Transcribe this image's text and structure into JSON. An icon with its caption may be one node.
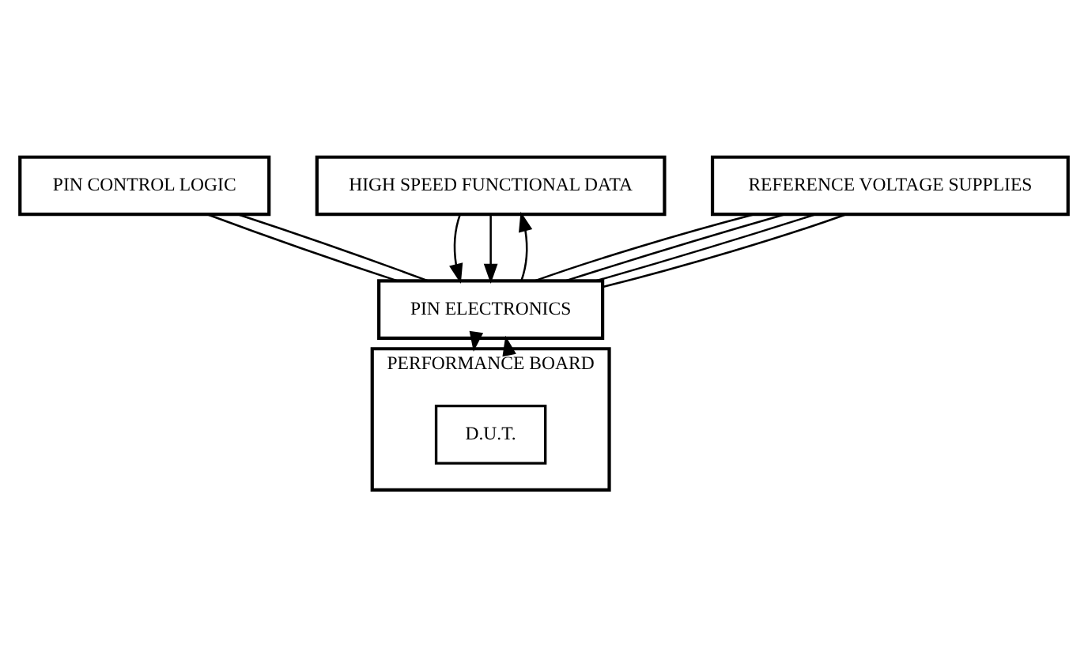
{
  "diagram": {
    "nodes": [
      {
        "text": [
          "PIN CONTROL LOGIC"
        ]
      },
      {
        "text": [
          "HIGH SPEED FUNCTIONAL DATA"
        ]
      },
      {
        "text": [
          "REFERENCE VOLTAGE SUPPLIES"
        ]
      },
      {
        "text": [
          "PIN ELECTRONICS"
        ]
      },
      {
        "text": [
          "PERFORMANCE BOARD"
        ]
      },
      {
        "text": [
          "D.U.T."
        ],
        "in": 4
      }
    ],
    "edges": [
      {
        "from": 0,
        "to": 3,
        "arrow": "none"
      },
      {
        "from": 0,
        "to": 3,
        "arrow": "none"
      },
      {
        "from": 1,
        "to": 3,
        "arrow": "to"
      },
      {
        "from": 1,
        "to": 3,
        "arrow": "to"
      },
      {
        "from": 3,
        "to": 1,
        "arrow": "to"
      },
      {
        "from": 2,
        "to": 3,
        "arrow": "none"
      },
      {
        "from": 2,
        "to": 3,
        "arrow": "none"
      },
      {
        "from": 2,
        "to": 3,
        "arrow": "none"
      },
      {
        "from": 2,
        "to": 3,
        "arrow": "none"
      },
      {
        "from": 3,
        "to": 4,
        "arrow": "to"
      },
      {
        "from": 4,
        "to": 3,
        "arrow": "to"
      }
    ]
  }
}
